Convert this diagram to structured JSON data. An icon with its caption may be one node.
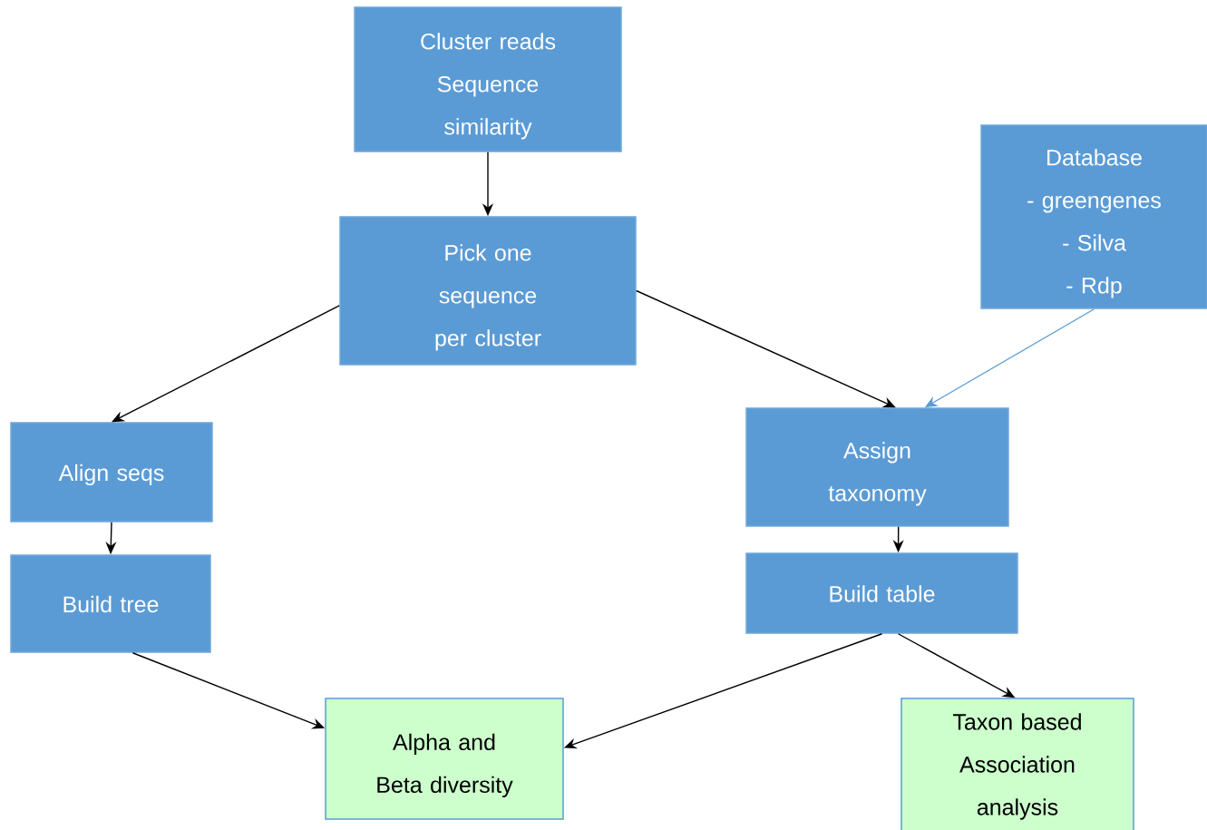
{
  "diagram": {
    "nodes": [
      {
        "text": [
          "Cluster reads Sequence similarity"
        ]
      },
      {
        "text": [
          "Pick one sequence per cluster"
        ]
      },
      {
        "text": [
          "Database",
          "- greengenes",
          "- Silva",
          "- Rdp"
        ]
      },
      {
        "text": [
          "Align seqs"
        ]
      },
      {
        "text": [
          "Assign taxonomy"
        ]
      },
      {
        "text": [
          "Build tree"
        ]
      },
      {
        "text": [
          "Build table"
        ]
      },
      {
        "text": [
          "Alpha and Beta diversity"
        ]
      },
      {
        "text": [
          "Taxon based Association analysis"
        ]
      }
    ],
    "edges": [
      {
        "from": 0,
        "to": 1,
        "arrow": "to"
      },
      {
        "from": 1,
        "to": 3,
        "arrow": "to"
      },
      {
        "from": 1,
        "to": 4,
        "arrow": "to"
      },
      {
        "from": 2,
        "to": 4,
        "arrow": "to",
        "color": "#5b9bd5"
      },
      {
        "from": 3,
        "to": 5,
        "arrow": "to"
      },
      {
        "from": 4,
        "to": 6,
        "arrow": "to"
      },
      {
        "from": 5,
        "to": 7,
        "arrow": "to"
      },
      {
        "from": 6,
        "to": 7,
        "arrow": "to"
      },
      {
        "from": 6,
        "to": 8,
        "arrow": "to"
      }
    ]
  }
}
